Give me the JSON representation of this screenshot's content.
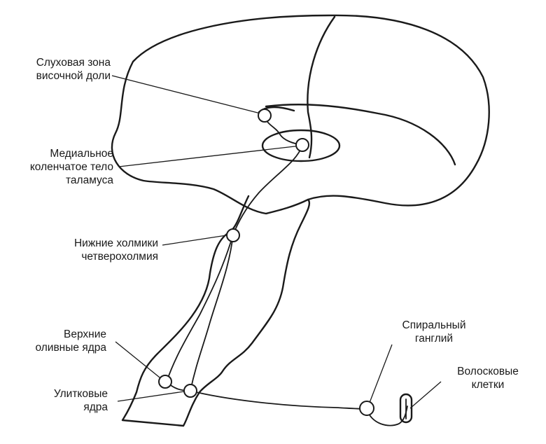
{
  "labels": {
    "auditory_cortex": [
      "Слуховая зона",
      "височной доли"
    ],
    "medial_geniculate": [
      "Медиальное",
      "коленчатое тело",
      "таламуса"
    ],
    "inferior_colliculi": [
      "Нижние холмики",
      "четверохолмия"
    ],
    "superior_olive": [
      "Верхние",
      "оливные ядра"
    ],
    "cochlear_nuclei": [
      "Улитковые",
      "ядра"
    ],
    "spiral_ganglion": [
      "Спиральный",
      "ганглий"
    ],
    "hair_cells": [
      "Волосковые",
      "клетки"
    ]
  },
  "colors": {
    "ink": "#1a1a1a",
    "background": "#ffffff"
  }
}
